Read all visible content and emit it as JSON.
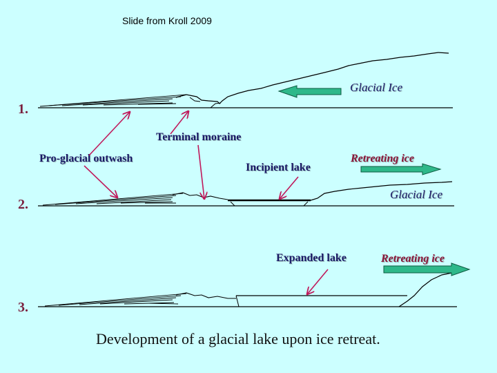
{
  "credit": "Slide from Kroll 2009",
  "stages": [
    "1.",
    "2.",
    "3."
  ],
  "labels": {
    "glacial_ice_1": "Glacial Ice",
    "terminal_moraine": "Terminal moraine",
    "proglacial_outwash": "Pro-glacial outwash",
    "incipient_lake": "Incipient lake",
    "retreating_ice_2": "Retreating ice",
    "glacial_ice_2": "Glacial Ice",
    "expanded_lake": "Expanded lake",
    "retreating_ice_3": "Retreating ice"
  },
  "caption": "Development of a glacial lake upon ice retreat.",
  "colors": {
    "background": "#ccffff",
    "arrow_green": "#2eb88a",
    "pointer_red": "#c0185a",
    "label_blue": "#1a1a66",
    "label_red": "#8a1538"
  }
}
